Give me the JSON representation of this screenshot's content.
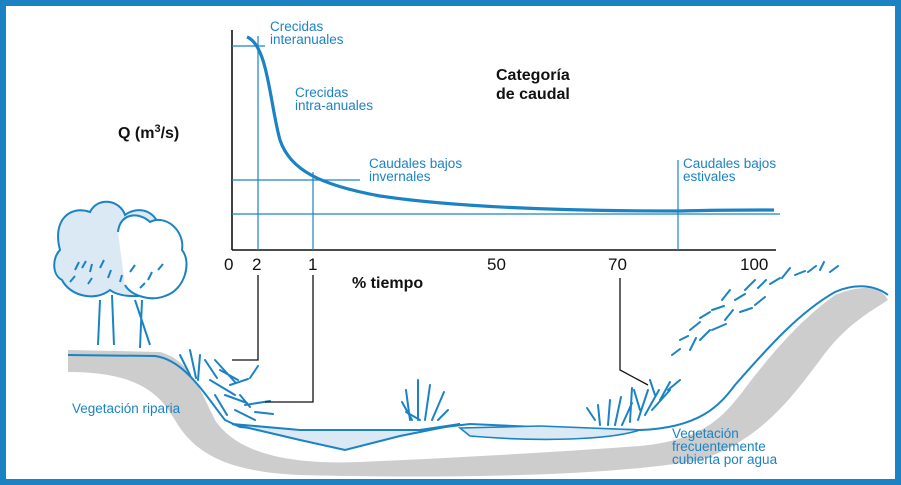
{
  "axis": {
    "y_label": "Q (m",
    "y_label_sup": "3",
    "y_label_end": "/s)",
    "x_label": "% tiempo",
    "ticks": [
      "0",
      "2",
      "1",
      "50",
      "70",
      "100"
    ]
  },
  "category_title": [
    "Categoría",
    "de caudal"
  ],
  "curve_labels": {
    "interannual": [
      "Crecidas",
      "interanuales"
    ],
    "intraannual": [
      "Crecidas",
      "intra-anuales"
    ],
    "winter_low": [
      "Caudales bajos",
      "invernales"
    ],
    "summer_low": [
      "Caudales bajos",
      "estivales"
    ]
  },
  "vegetation_labels": {
    "riparian": "Vegetación riparia",
    "wet": [
      "Vegetación",
      "frecuentemente",
      "cubierta por agua"
    ]
  },
  "colors": {
    "accent": "#1b83c4",
    "ground": "#cdcdcd",
    "water": "#dbe9f5",
    "text": "#111111"
  },
  "icons": [
    "tree-icon",
    "grass-tuft-icon",
    "shrub-icon"
  ]
}
